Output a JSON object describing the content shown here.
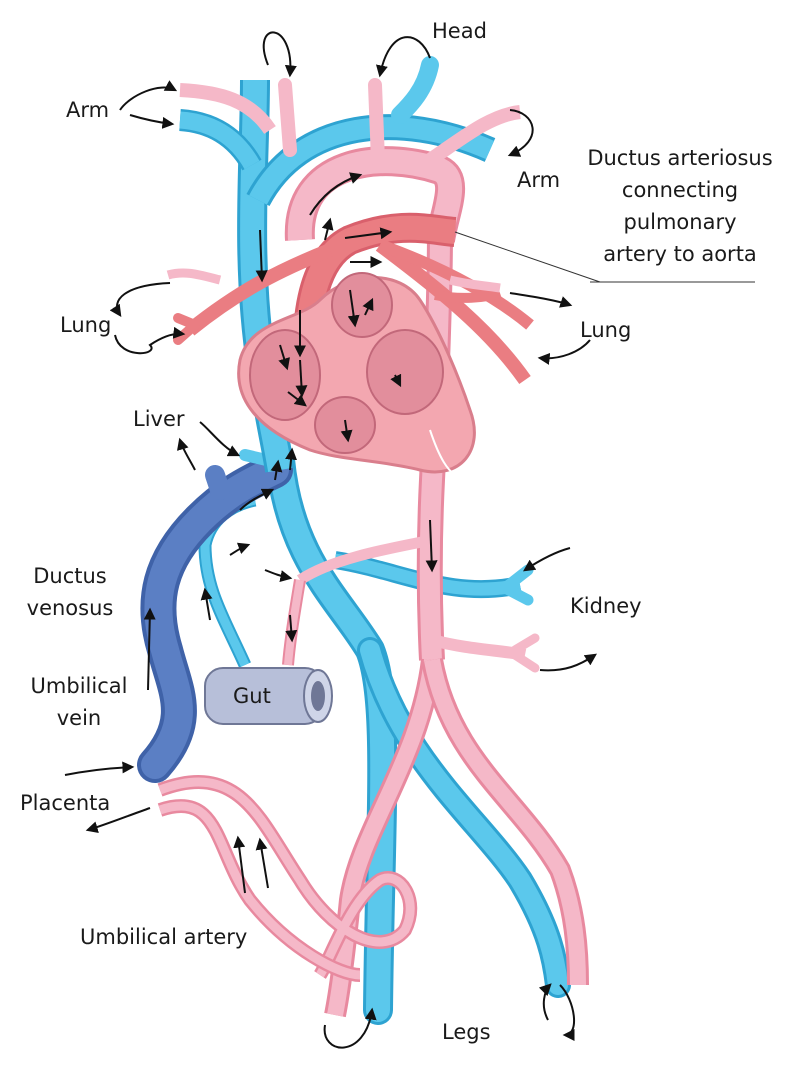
{
  "labels": {
    "head": "Head",
    "arm_left": "Arm",
    "arm_right": "Arm",
    "ductus_arteriosus": "Ductus arteriosus\nconnecting\npulmonary\nartery to aorta",
    "lung_left": "Lung",
    "lung_right": "Lung",
    "liver": "Liver",
    "ductus_venosus": "Ductus\nvenosus",
    "kidney": "Kidney",
    "umbilical_vein": "Umbilical\nvein",
    "gut": "Gut",
    "placenta": "Placenta",
    "umbilical_artery": "Umbilical artery",
    "legs": "Legs"
  },
  "colors": {
    "vein": "#5bc8ec",
    "vein_dark": "#2ea3d1",
    "artery": "#f5b8c8",
    "artery_dark": "#e8899f",
    "pulmonary": "#ea7d82",
    "umbilical_vein": "#5b7fc4",
    "heart": "#f3a7b0",
    "gut": "#b7bfd9"
  }
}
